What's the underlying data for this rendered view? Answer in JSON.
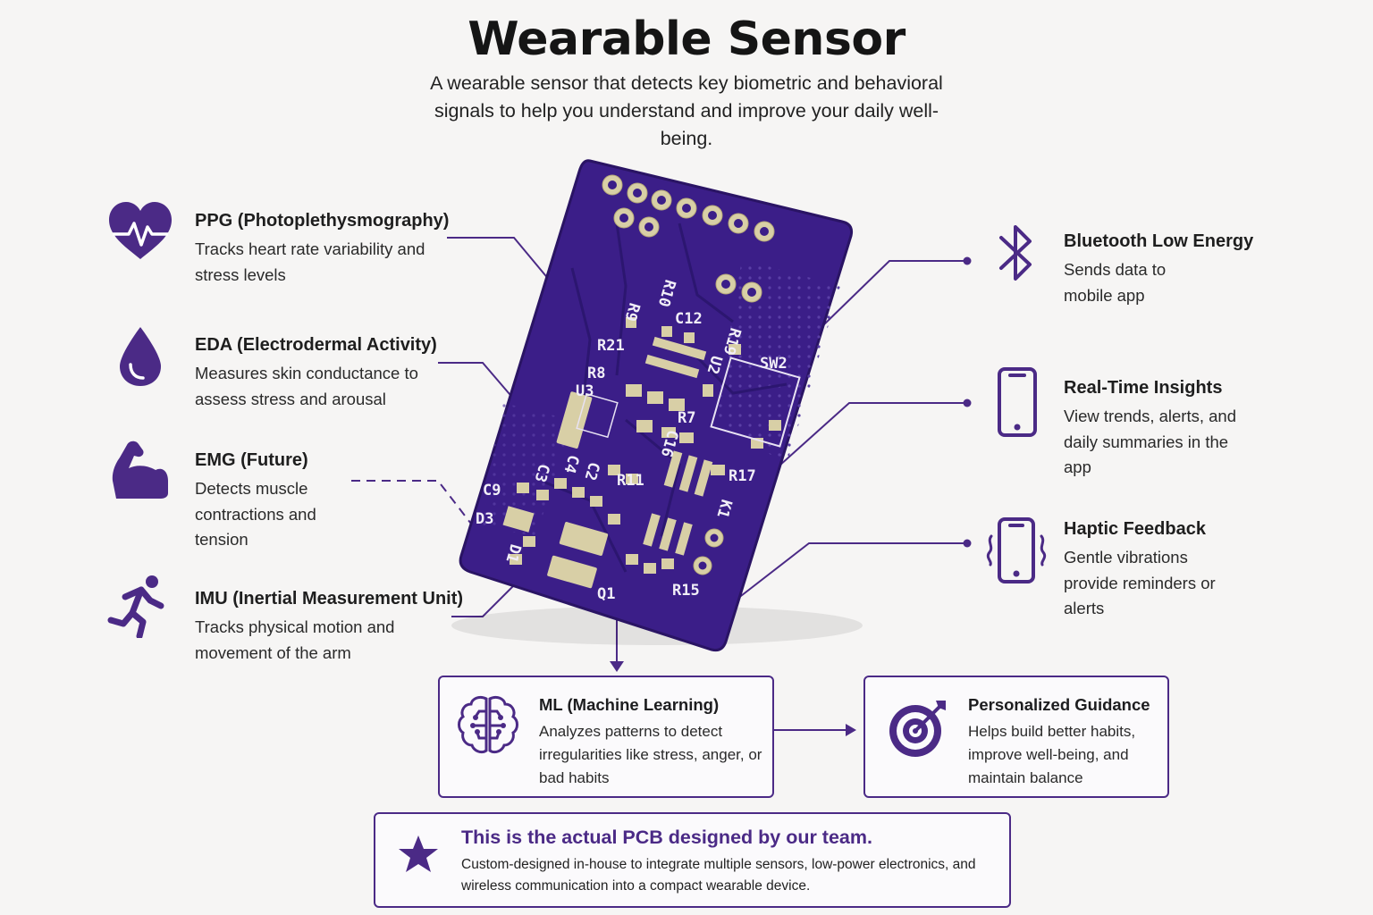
{
  "header": {
    "title": "Wearable Sensor",
    "subtitle": "A wearable sensor that detects key biometric and behavioral signals to help you understand and improve your daily well-being."
  },
  "colors": {
    "accent": "#4b2a86",
    "pcb": "#3b1e88",
    "pad": "#d8cfa6",
    "background": "#f6f5f4"
  },
  "left_features": [
    {
      "icon": "heart-pulse-icon",
      "title": "PPG (Photoplethysmography)",
      "description": "Tracks heart rate variability and stress levels"
    },
    {
      "icon": "water-drop-icon",
      "title": "EDA (Electrodermal Activity)",
      "description": "Measures skin conductance to assess stress and arousal"
    },
    {
      "icon": "flexed-arm-icon",
      "title": "EMG (Future)",
      "description": "Detects muscle contractions and tension"
    },
    {
      "icon": "running-person-icon",
      "title": "IMU (Inertial Measurement Unit)",
      "description": "Tracks physical motion and movement of the arm"
    }
  ],
  "right_features": [
    {
      "icon": "bluetooth-icon",
      "title": "Bluetooth Low Energy",
      "description": "Sends data to mobile app"
    },
    {
      "icon": "smartphone-icon",
      "title": "Real-Time Insights",
      "description": "View trends, alerts, and daily summaries in the app"
    },
    {
      "icon": "vibrating-phone-icon",
      "title": "Haptic Feedback",
      "description": "Gentle vibrations provide reminders or alerts"
    }
  ],
  "flow_boxes": [
    {
      "icon": "brain-icon",
      "title": "ML (Machine Learning)",
      "description": "Analyzes patterns to detect irregularities like stress, anger, or bad habits"
    },
    {
      "icon": "target-icon",
      "title": "Personalized Guidance",
      "description": "Helps build better habits, improve well-being, and maintain balance"
    }
  ],
  "note": {
    "icon": "star-icon",
    "title": "This is the actual PCB designed by our team.",
    "description": "Custom-designed in-house to integrate multiple sensors, low-power electronics, and wireless communication into a compact wearable device."
  },
  "pcb": {
    "labels": [
      "R10",
      "R9",
      "C12",
      "R21",
      "R19",
      "U2",
      "SW2",
      "R8",
      "U3",
      "R7",
      "C16",
      "R17",
      "C3",
      "C4",
      "C2",
      "R11",
      "C9",
      "D3",
      "K1",
      "D1",
      "Q1",
      "R15"
    ]
  }
}
